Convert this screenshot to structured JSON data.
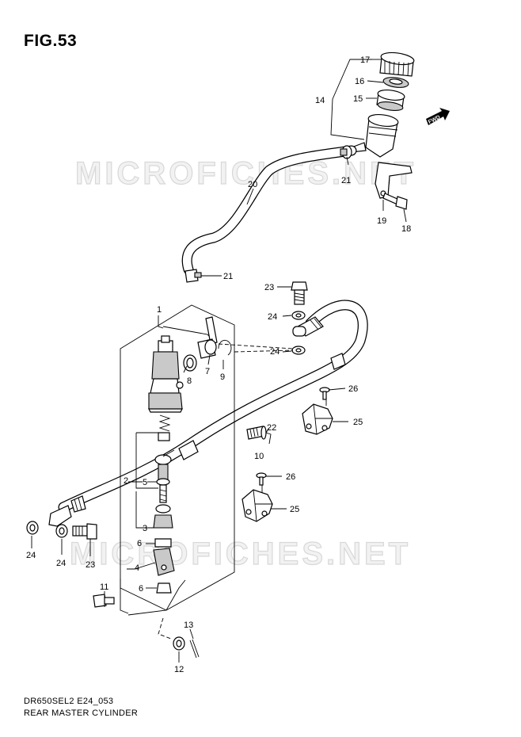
{
  "figure": {
    "title": "FIG.53",
    "model_code": "DR650SEL2 E24_053",
    "name": "REAR MASTER CYLINDER"
  },
  "watermark": {
    "text": "MICROFICHES.NET"
  },
  "direction_badge": {
    "text": "FWD"
  },
  "callouts": {
    "c1": "1",
    "c2": "2",
    "c3": "3",
    "c4": "4",
    "c5": "5",
    "c6a": "6",
    "c6b": "6",
    "c7": "7",
    "c8": "8",
    "c9": "9",
    "c10": "10",
    "c11": "11",
    "c12": "12",
    "c13": "13",
    "c14": "14",
    "c15": "15",
    "c16": "16",
    "c17": "17",
    "c18": "18",
    "c19": "19",
    "c20": "20",
    "c21a": "21",
    "c21b": "21",
    "c22": "22",
    "c23a": "23",
    "c23b": "23",
    "c24a": "24",
    "c24b": "24",
    "c24c": "24",
    "c24d": "24",
    "c25a": "25",
    "c25b": "25",
    "c26a": "26",
    "c26b": "26"
  }
}
